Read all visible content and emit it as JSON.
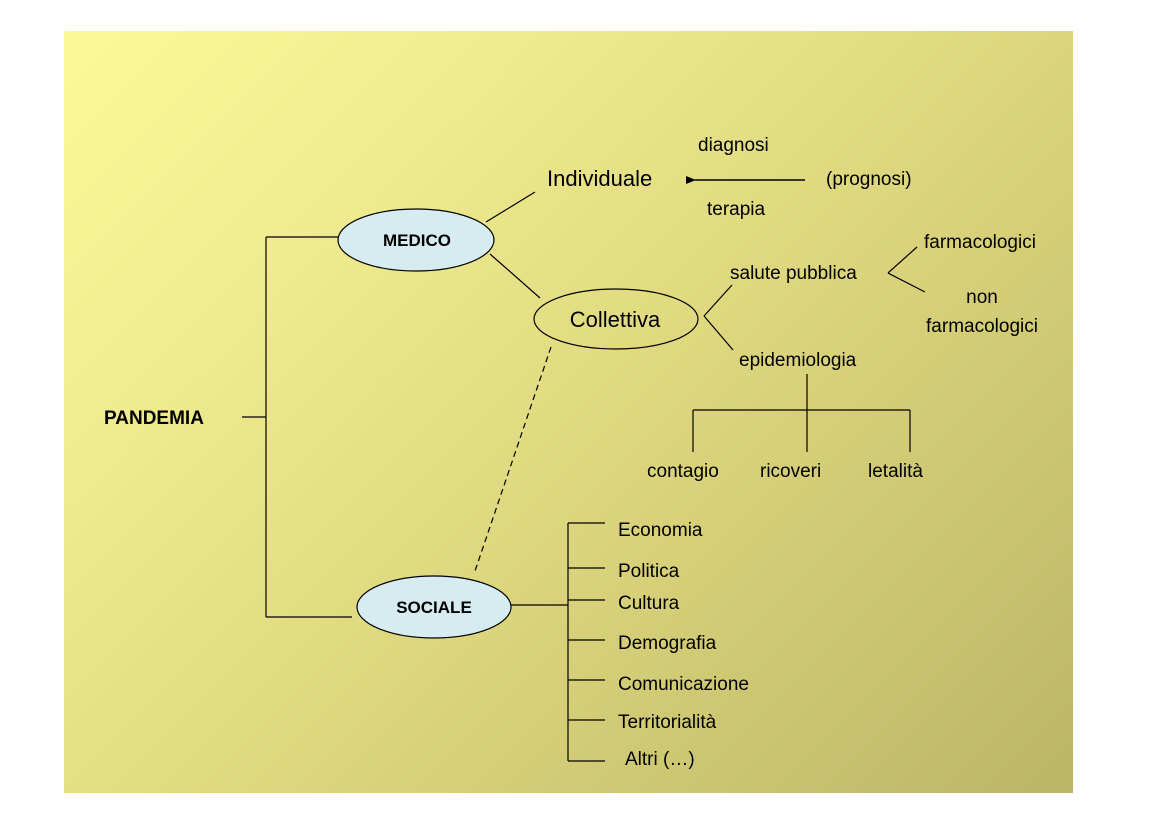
{
  "root": "PANDEMIA",
  "branches": {
    "medico": "MEDICO",
    "sociale": "SOCIALE"
  },
  "medico": {
    "individuale": "Individuale",
    "arrow_top": "diagnosi",
    "arrow_bottom": "terapia",
    "arrow_source": "(prognosi)",
    "collettiva": "Collettiva",
    "salute_pubblica": "salute pubblica",
    "farmacologici": "farmacologici",
    "non_farmacologici_line1": "non",
    "non_farmacologici_line2": "farmacologici",
    "epidemiologia": "epidemiologia",
    "epi_items": [
      "contagio",
      "ricoveri",
      "letalità"
    ]
  },
  "sociale": {
    "items": [
      "Economia",
      "Politica",
      "Cultura",
      "Demografia",
      "Comunicazione",
      "Territorialità",
      "Altri (…)"
    ]
  },
  "colors": {
    "ellipse_fill": "#d6ecf0",
    "line": "#000000",
    "background_start": "#fdf99a",
    "background_end": "#bcb566"
  }
}
